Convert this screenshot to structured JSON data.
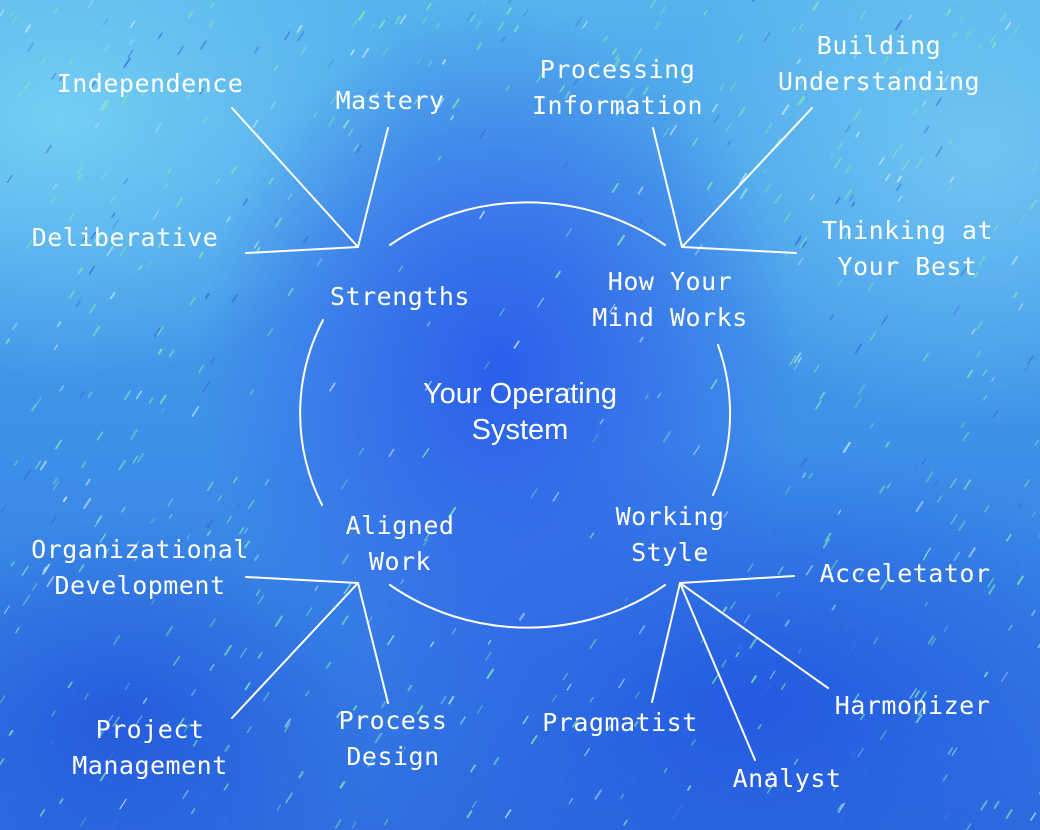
{
  "center_title": "Your Operating\nSystem",
  "hubs": {
    "strengths": "Strengths",
    "mind": "How Your\nMind Works",
    "aligned": "Aligned\nWork",
    "style": "Working\nStyle"
  },
  "leaves": {
    "independence": "Independence",
    "mastery": "Mastery",
    "deliberative": "Deliberative",
    "processing": "Processing\nInformation",
    "building": "Building\nUnderstanding",
    "thinking": "Thinking at\nYour Best",
    "organizational": "Organizational\nDevelopment",
    "project": "Project\nManagement",
    "process_design": "Process\nDesign",
    "pragmatist": "Pragmatist",
    "acceletator": "Acceletator",
    "harmonizer": "Harmonizer",
    "analyst": "Analyst"
  },
  "colors": {
    "line": "#ffffff",
    "text": "#ffffff",
    "streak_green": "#7fe8b5",
    "streak_blue": "#3a6fdc"
  }
}
